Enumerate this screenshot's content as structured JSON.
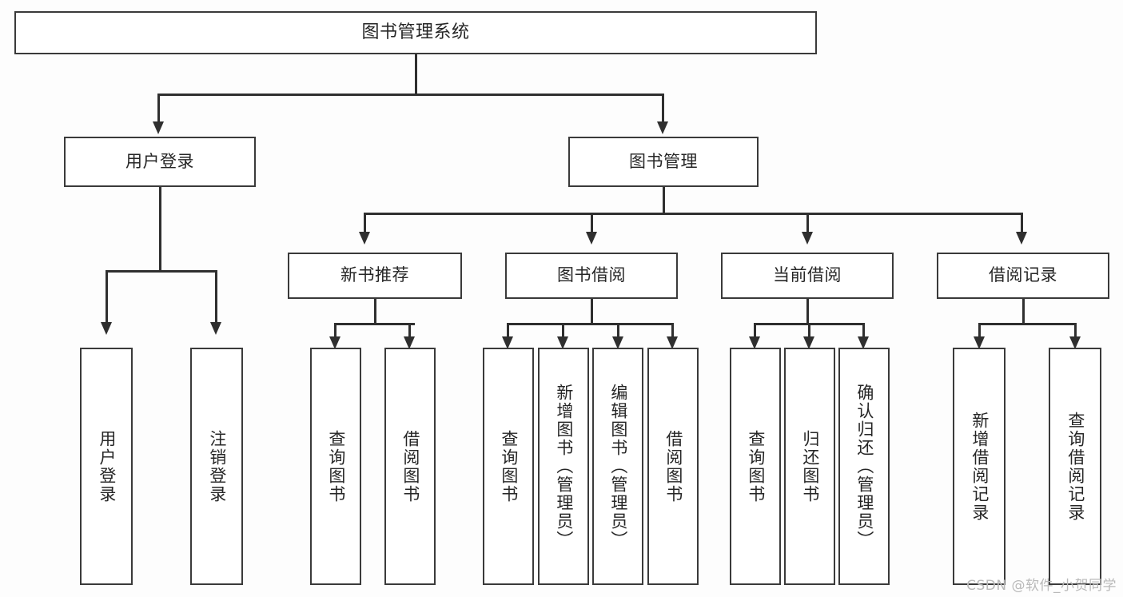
{
  "diagram": {
    "type": "tree-hierarchy",
    "title": "图书管理系统",
    "root": {
      "id": "root",
      "label": "图书管理系统"
    },
    "level2": [
      {
        "id": "user-login",
        "label": "用户登录"
      },
      {
        "id": "book-manage",
        "label": "图书管理"
      }
    ],
    "level3": [
      {
        "id": "new-book-recommend",
        "label": "新书推荐",
        "parent": "book-manage"
      },
      {
        "id": "book-borrow",
        "label": "图书借阅",
        "parent": "book-manage"
      },
      {
        "id": "current-borrow",
        "label": "当前借阅",
        "parent": "book-manage"
      },
      {
        "id": "borrow-record",
        "label": "借阅记录",
        "parent": "book-manage"
      }
    ],
    "leaves": [
      {
        "id": "leaf-user-login",
        "label": "用户登录",
        "parent": "user-login"
      },
      {
        "id": "leaf-user-logout",
        "label": "注销登录",
        "parent": "user-login"
      },
      {
        "id": "leaf-query-book-1",
        "label": "查询图书",
        "parent": "new-book-recommend"
      },
      {
        "id": "leaf-borrow-book-1",
        "label": "借阅图书",
        "parent": "new-book-recommend"
      },
      {
        "id": "leaf-query-book-2",
        "label": "查询图书",
        "parent": "book-borrow"
      },
      {
        "id": "leaf-add-book",
        "label": "新增图书（管理员）",
        "parent": "book-borrow"
      },
      {
        "id": "leaf-edit-book",
        "label": "编辑图书（管理员）",
        "parent": "book-borrow"
      },
      {
        "id": "leaf-borrow-book-2",
        "label": "借阅图书",
        "parent": "book-borrow"
      },
      {
        "id": "leaf-query-book-3",
        "label": "查询图书",
        "parent": "current-borrow"
      },
      {
        "id": "leaf-return-book",
        "label": "归还图书",
        "parent": "current-borrow"
      },
      {
        "id": "leaf-confirm-return",
        "label": "确认归还（管理员）",
        "parent": "current-borrow"
      },
      {
        "id": "leaf-add-record",
        "label": "新增借阅记录",
        "parent": "borrow-record"
      },
      {
        "id": "leaf-query-record",
        "label": "查询借阅记录",
        "parent": "borrow-record"
      }
    ]
  },
  "watermark": {
    "text": "CSDN @软件_小贺同学"
  },
  "colors": {
    "stroke": "#3a3a3a",
    "connector": "#2f2f2f",
    "text": "#262626",
    "background": "#fdfdfd",
    "watermark": "#b9b9b9"
  }
}
